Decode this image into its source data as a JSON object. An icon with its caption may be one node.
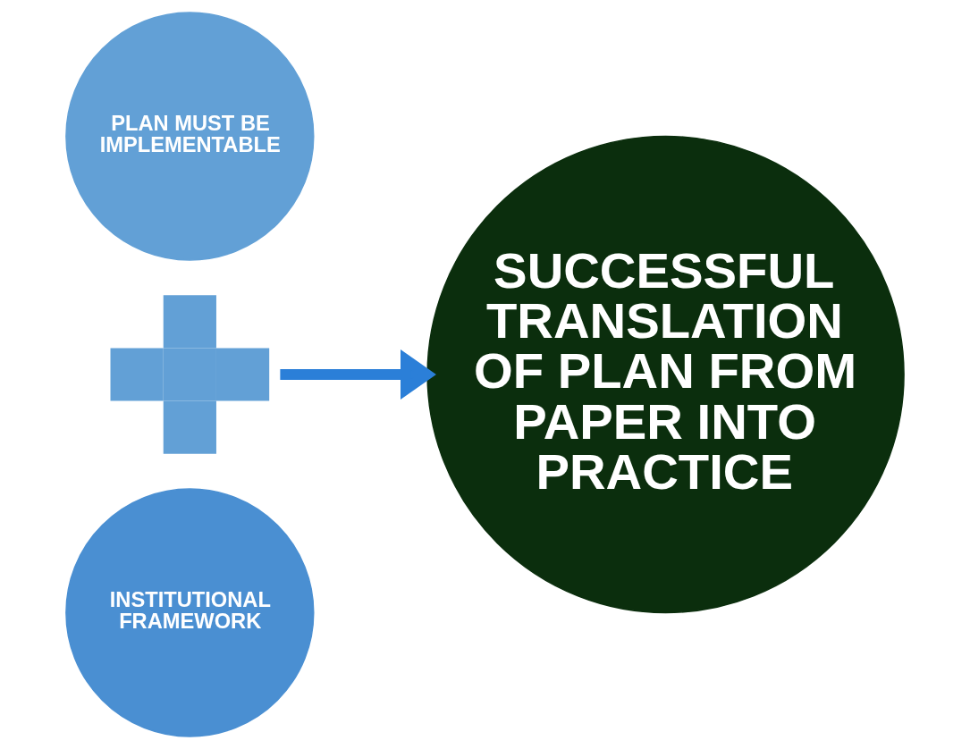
{
  "diagram": {
    "nodes": [
      {
        "text": [
          "PLAN MUST BE IMPLEMENTABLE"
        ]
      },
      {
        "text": [],
        "shape": "plus"
      },
      {
        "text": [
          "INSTITUTIONAL FRAMEWORK"
        ]
      },
      {
        "text": [
          "SUCCESSFUL TRANSLATION OF PLAN FROM PAPER INTO PRACTICE"
        ]
      }
    ],
    "edges": [
      {
        "from": 1,
        "to": 3,
        "arrow": "to",
        "color": "#2b7fd8"
      }
    ]
  }
}
